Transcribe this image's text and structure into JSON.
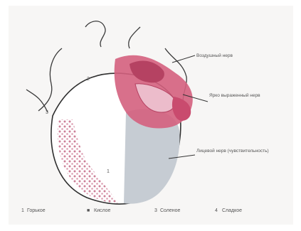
{
  "diagram": {
    "callouts": [
      {
        "id": "upper",
        "text": "Воздушный нерв"
      },
      {
        "id": "middle",
        "text": "Ярко выраженный нерв"
      },
      {
        "id": "lower",
        "text": "Лицевой нерв (чувствительность)"
      }
    ],
    "region_numbers": [
      "2",
      "3",
      "1"
    ],
    "legend": [
      {
        "symbol": "1",
        "text": "Горькое"
      },
      {
        "symbol": "■",
        "text": "Кислое"
      },
      {
        "symbol": "3",
        "text": "Соленое"
      },
      {
        "symbol": "4",
        "text": "Сладкое"
      }
    ],
    "colors": {
      "pink": "#d4607e",
      "pink_dark": "#b54262",
      "pink_light": "#ecbccb",
      "gray_blue": "#c6ccd3",
      "line": "#3a3a3a",
      "dots": "#c46a86"
    }
  }
}
